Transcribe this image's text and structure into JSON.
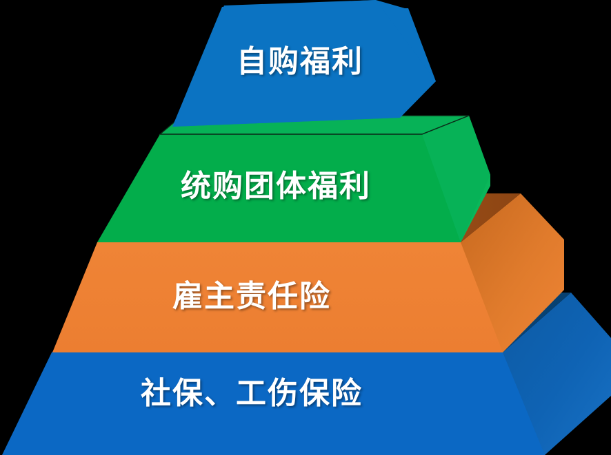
{
  "diagram": {
    "type": "3d-layered-pyramid",
    "background_color": "#000000",
    "tier_count": 4,
    "tiers": [
      {
        "index": 1,
        "position": "top",
        "label": "自购福利",
        "front_color": "#0b73c2",
        "side_color": "#0b6cb6",
        "top_color": "#0b73c2",
        "text_color": "#ffffff"
      },
      {
        "index": 2,
        "position": "upper-middle",
        "label": "统购团体福利",
        "front_color": "#03ad4b",
        "side_color": "#05b455",
        "top_color": "#07b257",
        "text_color": "#ffffff"
      },
      {
        "index": 3,
        "position": "lower-middle",
        "label": "雇主责任险",
        "front_color": "#ed8034",
        "side_color": "#d9742f",
        "top_color": "#b1591d",
        "text_color": "#ffffff"
      },
      {
        "index": 4,
        "position": "base",
        "label": "社保、工伤保险",
        "front_color": "#0b68c4",
        "side_color": "#0e5ba4",
        "top_color": "#0a4f8f",
        "text_color": "#ffffff"
      }
    ]
  }
}
